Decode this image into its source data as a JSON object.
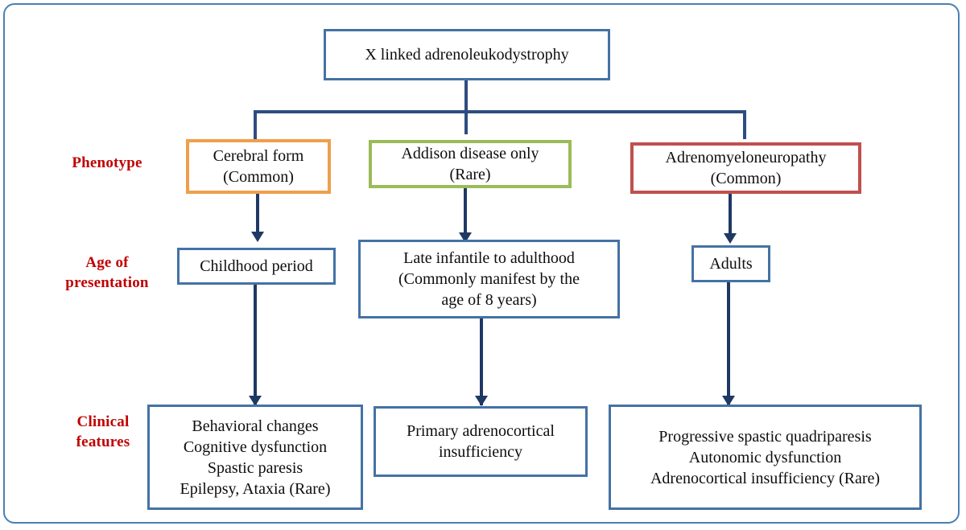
{
  "figure": {
    "title": "X linked adrenoleukodystrophy",
    "frame_color": "#4a7fb5",
    "background": "#ffffff"
  },
  "row_labels": {
    "phenotype": "Phenotype",
    "age_line1": "Age of",
    "age_line2": "presentation",
    "clinical_line1": "Clinical",
    "clinical_line2": "features",
    "color": "#c00000"
  },
  "root": {
    "label": "X linked adrenoleukodystrophy",
    "border_color": "#4472a4"
  },
  "phenotypes": [
    {
      "name": "cerebral-form",
      "line1": "Cerebral  form",
      "line2": "(Common)",
      "border_color": "#ef9f4b"
    },
    {
      "name": "addison-disease-only",
      "line1": "Addison disease only",
      "line2": "(Rare)",
      "border_color": "#9bbb59"
    },
    {
      "name": "adrenomyeloneuropathy",
      "line1": "Adrenomyeloneuropathy",
      "line2": "(Common)",
      "border_color": "#c0504d"
    }
  ],
  "age_of_presentation": [
    {
      "name": "childhood-period",
      "line1": "Childhood period",
      "line2": "",
      "line3": "",
      "border_color": "#4472a4"
    },
    {
      "name": "late-infantile-to-adulthood",
      "line1": "Late infantile to adulthood",
      "line2": "(Commonly manifest by the",
      "line3": "age of 8 years)",
      "border_color": "#4472a4"
    },
    {
      "name": "adults",
      "line1": "Adults",
      "line2": "",
      "line3": "",
      "border_color": "#4472a4"
    }
  ],
  "clinical_features": [
    {
      "name": "cerebral-form-features",
      "line1": "Behavioral changes",
      "line2": "Cognitive dysfunction",
      "line3": "Spastic paresis",
      "line4": "Epilepsy, Ataxia (Rare)",
      "border_color": "#4472a4"
    },
    {
      "name": "addison-disease-features",
      "line1": "Primary adrenocortical",
      "line2": "insufficiency",
      "line3": "",
      "line4": "",
      "border_color": "#4472a4"
    },
    {
      "name": "adrenomyeloneuropathy-features",
      "line1": "Progressive spastic quadriparesis",
      "line2": "Autonomic dysfunction",
      "line3": "Adrenocortical insufficiency (Rare)",
      "line4": "",
      "border_color": "#4472a4"
    }
  ]
}
